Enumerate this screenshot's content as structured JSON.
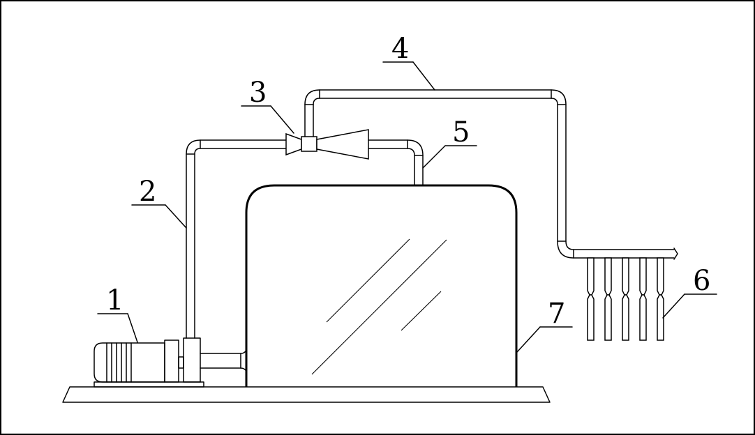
{
  "diagram": {
    "callouts": [
      {
        "id": "1",
        "text": "1"
      },
      {
        "id": "2",
        "text": "2"
      },
      {
        "id": "3",
        "text": "3"
      },
      {
        "id": "4",
        "text": "4"
      },
      {
        "id": "5",
        "text": "5"
      },
      {
        "id": "6",
        "text": "6"
      },
      {
        "id": "7",
        "text": "7"
      }
    ],
    "nozzle_count": 5
  }
}
